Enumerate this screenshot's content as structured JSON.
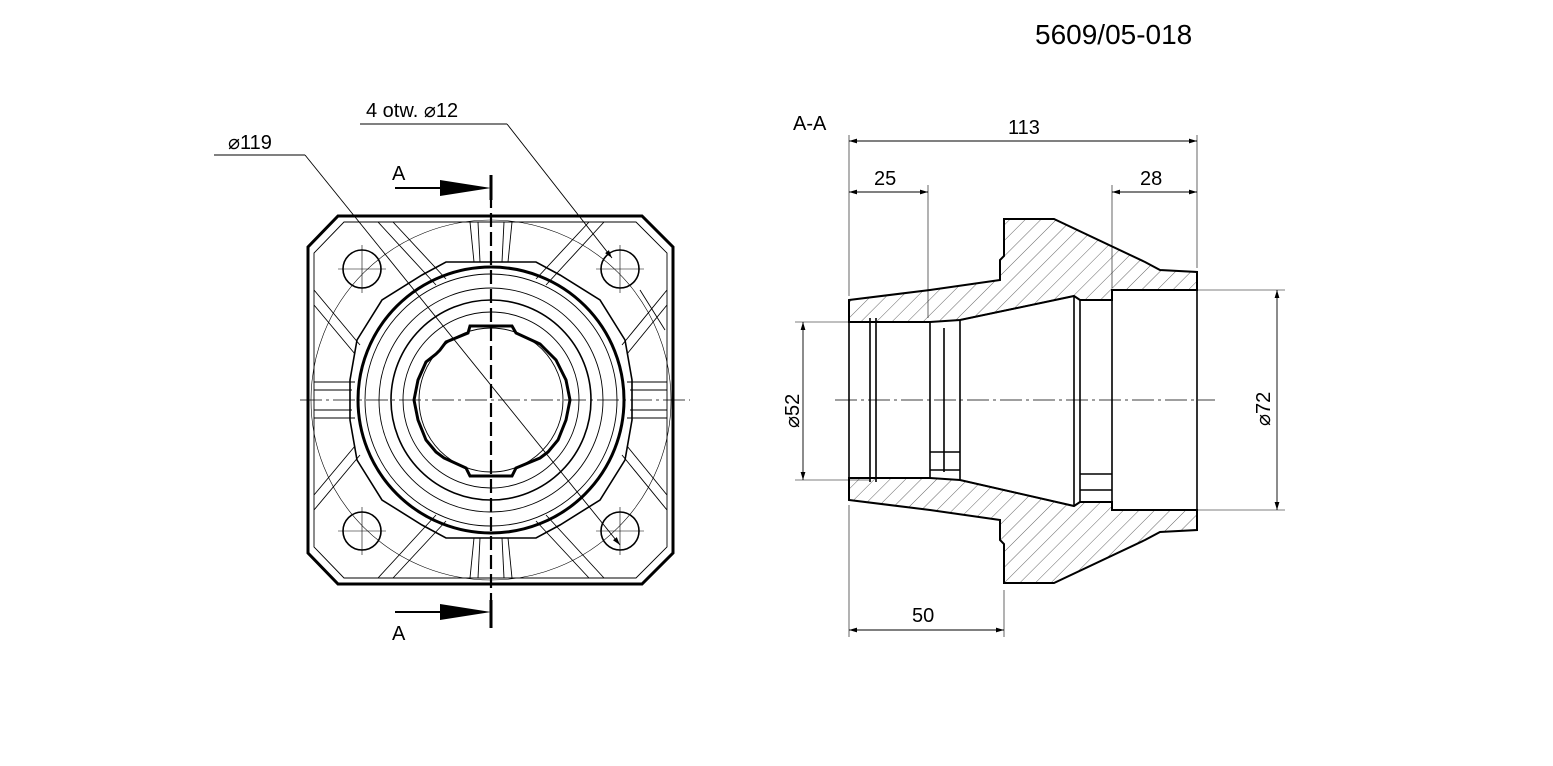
{
  "drawing": {
    "number": "5609/05-018",
    "section_title": "A-A",
    "section_marker_top": "A",
    "section_marker_bottom": "A",
    "front_view": {
      "bolt_circle_label": "⌀119",
      "holes_label": "4 otw. ⌀12"
    },
    "section_view": {
      "overall_length": "113",
      "left_recess_length": "25",
      "right_recess_length": "28",
      "flange_offset_length": "50",
      "left_bore_diameter": "⌀52",
      "right_bore_diameter": "⌀72"
    }
  }
}
